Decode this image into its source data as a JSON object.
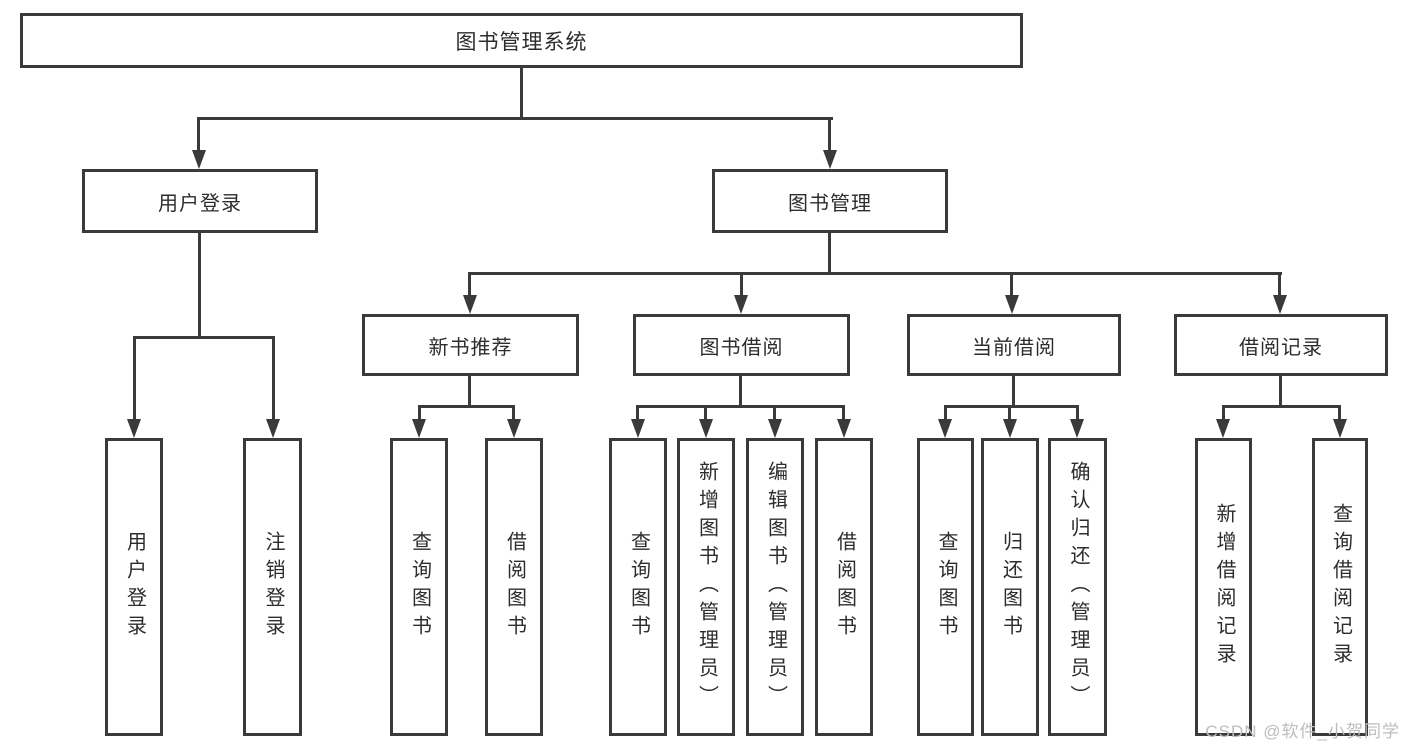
{
  "diagram": {
    "root": {
      "label": "图书管理系统"
    },
    "level2": [
      {
        "label": "用户登录"
      },
      {
        "label": "图书管理"
      }
    ],
    "level3": [
      {
        "label": "新书推荐"
      },
      {
        "label": "图书借阅"
      },
      {
        "label": "当前借阅"
      },
      {
        "label": "借阅记录"
      }
    ],
    "leaves": {
      "user_login": [
        "用户登录",
        "注销登录"
      ],
      "new_book": [
        "查询图书",
        "借阅图书"
      ],
      "book_borrow": [
        "查询图书",
        "新增图书（管理员）",
        "编辑图书（管理员）",
        "借阅图书"
      ],
      "current_borrow": [
        "查询图书",
        "归还图书",
        "确认归还（管理员）"
      ],
      "borrow_records": [
        "新增借阅记录",
        "查询借阅记录"
      ]
    },
    "watermark": "CSDN @软件_小贺同学",
    "colors": {
      "line": "#3a3a3a",
      "text": "#2d2d2d",
      "watermark": "#bdbdbd",
      "background": "#ffffff"
    }
  }
}
